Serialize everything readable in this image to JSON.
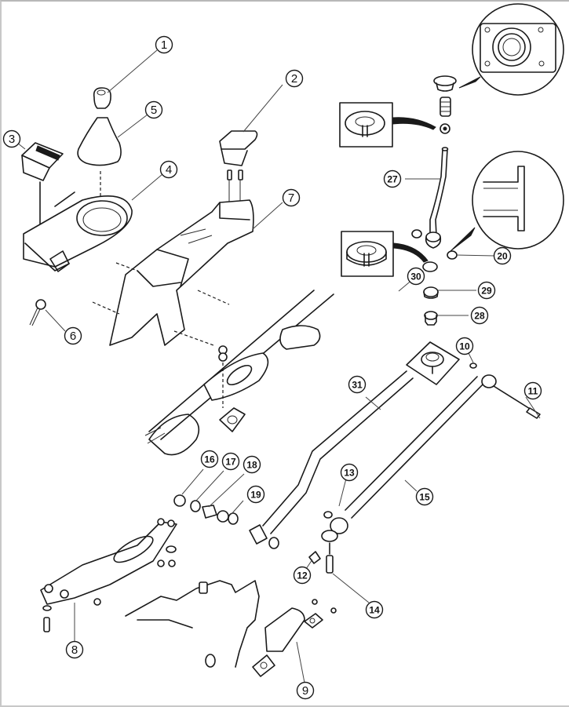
{
  "diagram": {
    "title": "Gear shift lever and center console exploded view",
    "line_color": "#1a1a1a",
    "background": "#ffffff",
    "callouts": [
      {
        "id": "1",
        "label": "1",
        "part": "shift-knob"
      },
      {
        "id": "2",
        "label": "2",
        "part": "console-cup-holder"
      },
      {
        "id": "3",
        "label": "3",
        "part": "ashtray"
      },
      {
        "id": "4",
        "label": "4",
        "part": "shift-console-panel"
      },
      {
        "id": "5",
        "label": "5",
        "part": "shift-boot"
      },
      {
        "id": "6",
        "label": "6",
        "part": "bulb-socket"
      },
      {
        "id": "7",
        "label": "7",
        "part": "center-console"
      },
      {
        "id": "8",
        "label": "8",
        "part": "transmission-crossmember"
      },
      {
        "id": "9",
        "label": "9",
        "part": "exhaust-bracket"
      },
      {
        "id": "10",
        "label": "10",
        "part": "nut"
      },
      {
        "id": "11",
        "label": "11",
        "part": "bolt"
      },
      {
        "id": "12",
        "label": "12",
        "part": "clip"
      },
      {
        "id": "13",
        "label": "13",
        "part": "washer"
      },
      {
        "id": "14",
        "label": "14",
        "part": "bolt"
      },
      {
        "id": "15",
        "label": "15",
        "part": "shift-rod"
      },
      {
        "id": "16",
        "label": "16",
        "part": "bushing"
      },
      {
        "id": "17",
        "label": "17",
        "part": "bushing"
      },
      {
        "id": "18",
        "label": "18",
        "part": "sleeve"
      },
      {
        "id": "19",
        "label": "19",
        "part": "bushing"
      },
      {
        "id": "20",
        "label": "20",
        "part": "bushing"
      },
      {
        "id": "27",
        "label": "27",
        "part": "shift-lever"
      },
      {
        "id": "28",
        "label": "28",
        "part": "bushing"
      },
      {
        "id": "29",
        "label": "29",
        "part": "bushing"
      },
      {
        "id": "30",
        "label": "30",
        "part": "spring-seat"
      },
      {
        "id": "31",
        "label": "31",
        "part": "stabilizer-rod"
      }
    ]
  }
}
